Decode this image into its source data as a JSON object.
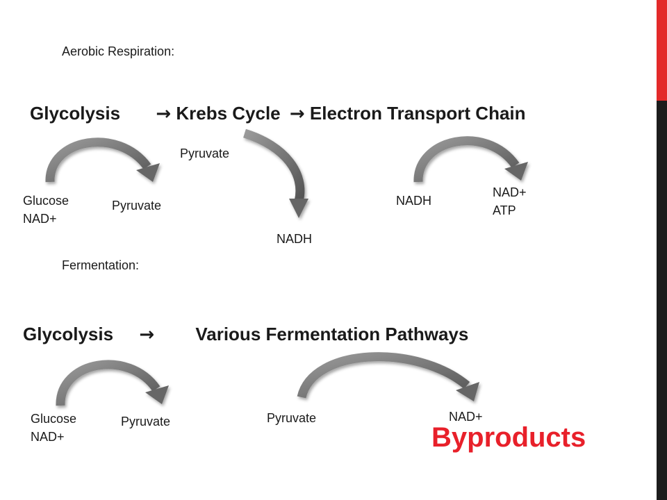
{
  "aerobic": {
    "section_label": "Aerobic Respiration:",
    "stage_1": "Glycolysis",
    "arrow_1": "→",
    "stage_2": "Krebs Cycle",
    "arrow_2": "→",
    "stage_3": "Electron Transport Chain",
    "glycolysis_input_1": "Glucose",
    "glycolysis_input_2": "NAD+",
    "glycolysis_output": "Pyruvate",
    "krebs_input": "Pyruvate",
    "krebs_output": "NADH",
    "etc_input": "NADH",
    "etc_output_1": "NAD+",
    "etc_output_2": "ATP"
  },
  "fermentation": {
    "section_label": "Fermentation:",
    "stage_1": "Glycolysis",
    "arrow_1": "→",
    "stage_2": "Various Fermentation Pathways",
    "glycolysis_input_1": "Glucose",
    "glycolysis_input_2": "NAD+",
    "glycolysis_output": "Pyruvate",
    "pathway_input": "Pyruvate",
    "pathway_output": "NAD+",
    "byproducts": "Byproducts"
  },
  "colors": {
    "accent_red": "#e32a2a",
    "byproducts_red": "#e8202a",
    "sidebar_dark": "#1c1c1c",
    "arrow_gray": "#7a7a7a"
  }
}
